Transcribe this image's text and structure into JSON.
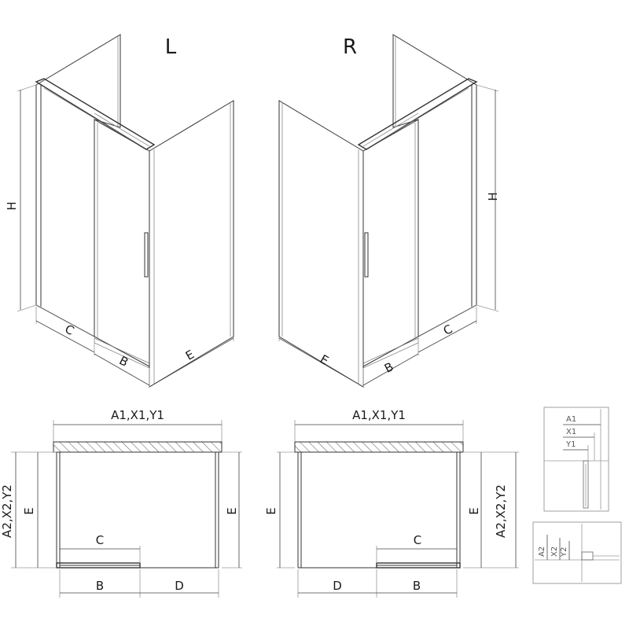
{
  "views": {
    "left": {
      "label": "L",
      "dim_h": "H",
      "dim_c": "C",
      "dim_b": "B",
      "dim_e": "E"
    },
    "right": {
      "label": "R",
      "dim_h": "H",
      "dim_c": "C",
      "dim_b": "B",
      "dim_e": "E"
    }
  },
  "plans": {
    "left": {
      "top": "A1,X1,Y1",
      "side_a": "A2,X2,Y2",
      "side_e_left": "E",
      "side_e_right": "E",
      "c": "C",
      "b": "B",
      "d": "D"
    },
    "right": {
      "top": "A1,X1,Y1",
      "side_a": "A2,X2,Y2",
      "side_e_left": "E",
      "side_e_right": "E",
      "c": "C",
      "b": "B",
      "d": "D"
    }
  },
  "details": {
    "top": {
      "a": "A1",
      "x": "X1",
      "y": "Y1"
    },
    "bottom": {
      "a": "A2",
      "x": "X2",
      "y": "Y2"
    }
  },
  "colors": {
    "line": "#333333",
    "hatch": "#555555"
  }
}
